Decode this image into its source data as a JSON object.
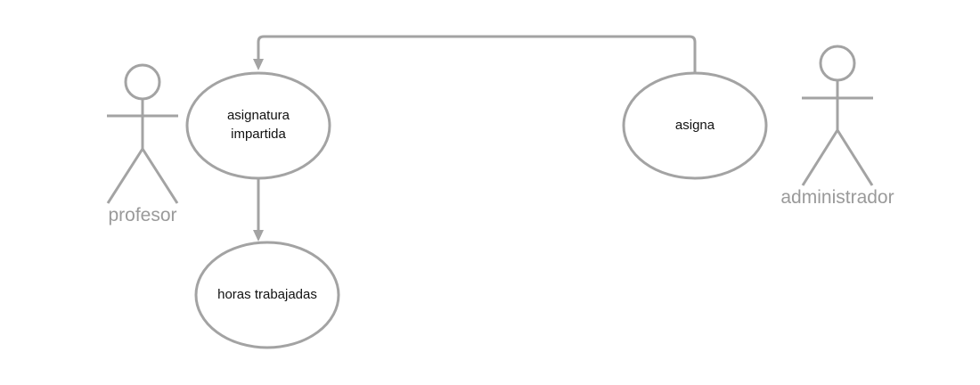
{
  "diagram": {
    "actors": [
      {
        "id": "profesor",
        "label": "profesor"
      },
      {
        "id": "administrador",
        "label": "administrador"
      }
    ],
    "use_cases": [
      {
        "id": "asignatura_impartida",
        "label_lines": [
          "asignatura",
          "impartida"
        ]
      },
      {
        "id": "asigna",
        "label_lines": [
          "asigna"
        ]
      },
      {
        "id": "horas_trabajadas",
        "label_lines": [
          "horas trabajadas"
        ]
      }
    ],
    "connections": [
      {
        "from": "asigna",
        "to": "asignatura_impartida",
        "style": "arrow"
      },
      {
        "from": "asignatura_impartida",
        "to": "horas_trabajadas",
        "style": "arrow"
      }
    ],
    "colors": {
      "stroke": "#a3a3a3",
      "actor_label": "#9a9a9a",
      "usecase_label": "#111111",
      "background": "#ffffff"
    }
  }
}
